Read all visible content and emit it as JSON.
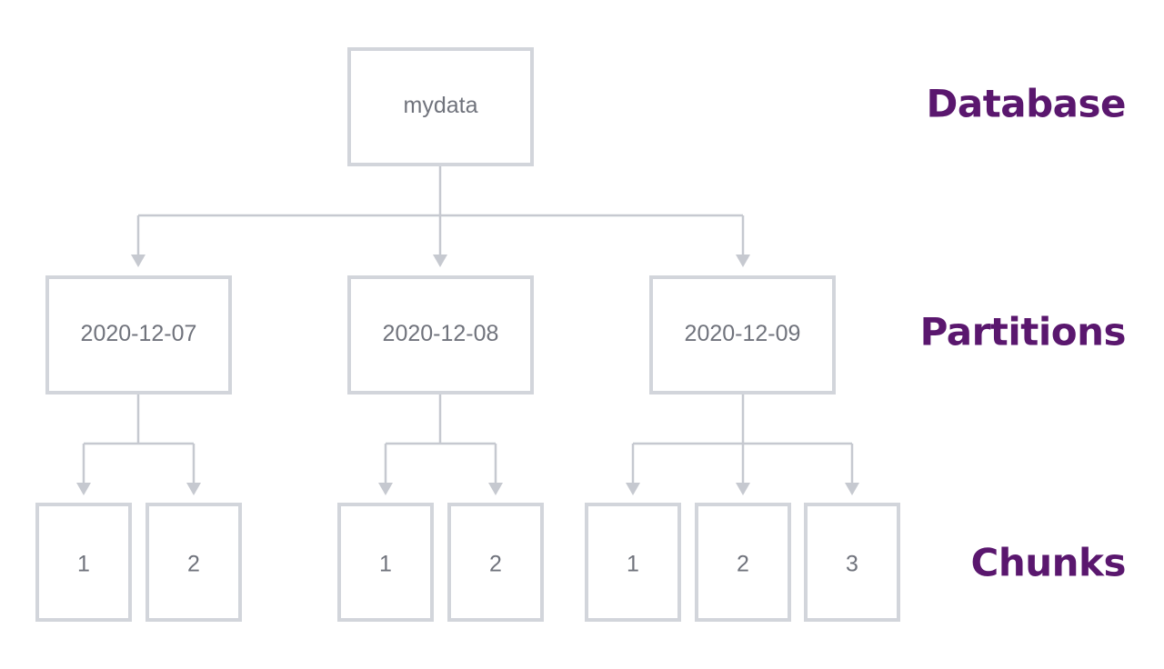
{
  "colors": {
    "level_label": "#5a176e",
    "box_border": "#d2d5db",
    "connector": "#c6c9d0",
    "box_text": "#70737c"
  },
  "levels": {
    "database": "Database",
    "partitions": "Partitions",
    "chunks": "Chunks"
  },
  "database": {
    "label": "mydata"
  },
  "partitions": [
    {
      "label": "2020-12-07",
      "chunks": [
        "1",
        "2"
      ]
    },
    {
      "label": "2020-12-08",
      "chunks": [
        "1",
        "2"
      ]
    },
    {
      "label": "2020-12-09",
      "chunks": [
        "1",
        "2",
        "3"
      ]
    }
  ]
}
